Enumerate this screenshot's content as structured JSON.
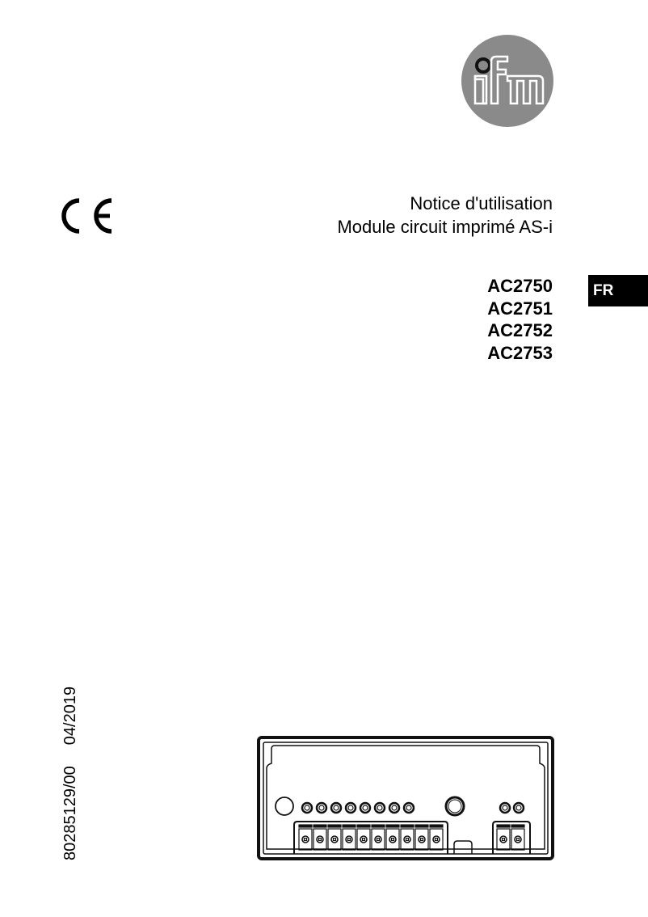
{
  "logo": {
    "brand": "ifm",
    "icon": "ifm-logo-icon",
    "circle_color": "#8a8a8a"
  },
  "ce_mark": {
    "text": "CE",
    "icon": "ce-mark-icon"
  },
  "header": {
    "title_line1": "Notice d'utilisation",
    "title_line2": "Module circuit imprimé AS-i"
  },
  "models": [
    "AC2750",
    "AC2751",
    "AC2752",
    "AC2753"
  ],
  "language_tab": {
    "label": "FR",
    "background": "#000000",
    "text_color": "#ffffff"
  },
  "document_info": {
    "doc_number": "80285129/00",
    "date": "04/2019"
  },
  "device_drawing": {
    "icon": "pcb-module-front-view-icon",
    "led_count_left": 8,
    "led_count_right": 2,
    "terminal_count_left": 10,
    "terminal_count_right": 2
  }
}
